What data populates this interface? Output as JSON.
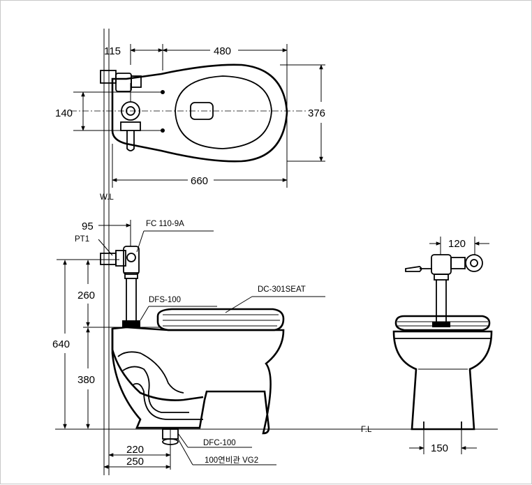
{
  "top_view": {
    "dim_left_offset": "115",
    "dim_bowl_length": "480",
    "dim_width_total": "376",
    "dim_bolt_spacing": "140",
    "dim_overall_length": "660",
    "wall_line": "W.L"
  },
  "side_view": {
    "dim_valve_offset": "95",
    "label_pipe": "PT1",
    "label_flush_valve": "FC 110-9A",
    "label_seat": "DC-301SEAT",
    "label_spud": "DFS-100",
    "label_flange": "DFC-100",
    "label_pipe_vg2": "100연비관 VG2",
    "dim_valve_height": "260",
    "dim_total_height": "640",
    "dim_rim_height": "380",
    "dim_outlet_220": "220",
    "dim_outlet_250": "250"
  },
  "front_view": {
    "dim_valve_offset": "120",
    "dim_base_width": "150",
    "floor_line": "F.L"
  }
}
